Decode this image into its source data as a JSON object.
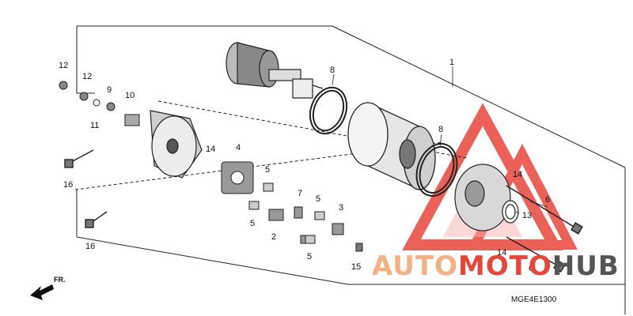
{
  "diagram": {
    "code": "MGE4E1300",
    "front_marker": "FR.",
    "callouts": {
      "c1": "1",
      "c2": "2",
      "c3": "3",
      "c4": "4",
      "c5a": "5",
      "c5b": "5",
      "c5c": "5",
      "c5d": "5",
      "c6a": "6",
      "c6b": "6",
      "c7": "7",
      "c8a": "8",
      "c8b": "8",
      "c9": "9",
      "c10": "10",
      "c11": "11",
      "c12a": "12",
      "c12b": "12",
      "c13": "13",
      "c14a": "14",
      "c14b": "14",
      "c14c": "14",
      "c15": "15",
      "c16a": "16",
      "c16b": "16"
    }
  },
  "watermark": {
    "part1": "AUTO",
    "part2": "MOTO",
    "part3": "HUB",
    "color_orange": "#f4b183",
    "color_red": "#e8463b",
    "color_dark": "#555555"
  }
}
